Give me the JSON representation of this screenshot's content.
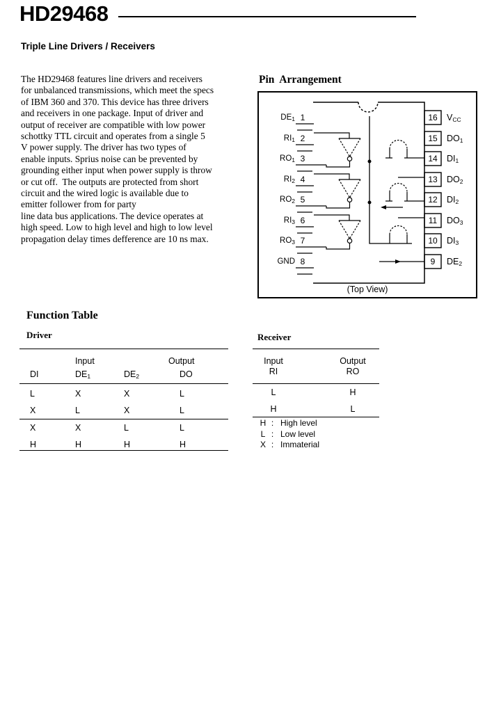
{
  "page": {
    "title": "HD29468",
    "subtitle": "Triple Line Drivers / Receivers",
    "description": "The HD29468 features line drivers and receivers\nfor unbalanced transmissions, which meet the specs\nof IBM 360 and 370. This device has three drivers\nand receivers in one package. Input of driver and\noutput of receiver are compatible with low power\nschottky TTL circuit and operates from a single 5\nV power supply. The driver has two types of\nenable inputs. Sprius noise can be prevented by\ngrounding either input when power supply is throw\nor cut off.  The outputs are protected from short\ncircuit and the wired logic is available due to\nemitter follower from for party\nline data bus applications. The device operates at\nhigh speed. Low to high level and high to low level\npropagation delay times defference are 10 ns max."
  },
  "pin_arrangement": {
    "heading": "Pin  Arrangement",
    "top_view_label": "(Top View)",
    "left_pins": [
      {
        "label": "DE",
        "sub": "1",
        "number": "1"
      },
      {
        "label": "RI",
        "sub": "1",
        "number": "2"
      },
      {
        "label": "RO",
        "sub": "1",
        "number": "3"
      },
      {
        "label": "RI",
        "sub": "2",
        "number": "4"
      },
      {
        "label": "RO",
        "sub": "2",
        "number": "5"
      },
      {
        "label": "RI",
        "sub": "3",
        "number": "6"
      },
      {
        "label": "RO",
        "sub": "3",
        "number": "7"
      },
      {
        "label": "GND",
        "sub": "",
        "number": "8"
      }
    ],
    "right_pins": [
      {
        "number": "16",
        "label": "V",
        "sub": "CC"
      },
      {
        "number": "15",
        "label": "DO",
        "sub": "1"
      },
      {
        "number": "14",
        "label": "DI",
        "sub": "1"
      },
      {
        "number": "13",
        "label": "DO",
        "sub": "2"
      },
      {
        "number": "12",
        "label": "DI",
        "sub": "2"
      },
      {
        "number": "11",
        "label": "DO",
        "sub": "3"
      },
      {
        "number": "10",
        "label": "DI",
        "sub": "3"
      },
      {
        "number": "9",
        "label": "DE",
        "sub": "2"
      }
    ]
  },
  "function_table": {
    "heading": "Function Table",
    "driver": {
      "heading": "Driver",
      "input_group": "Input",
      "output_group": "Output",
      "columns": [
        {
          "label": "DI",
          "sub": ""
        },
        {
          "label": "DE",
          "sub": "1"
        },
        {
          "label": "DE",
          "sub": "2"
        },
        {
          "label": "DO",
          "sub": ""
        }
      ],
      "rows": [
        [
          "L",
          "X",
          "X",
          "L"
        ],
        [
          "X",
          "L",
          "X",
          "L"
        ],
        [
          "X",
          "X",
          "L",
          "L"
        ],
        [
          "H",
          "H",
          "H",
          "H"
        ]
      ]
    },
    "receiver": {
      "heading": "Receiver",
      "input_group": "Input",
      "output_group": "Output",
      "input_col": "RI",
      "output_col": "RO",
      "rows": [
        [
          "L",
          "H"
        ],
        [
          "H",
          "L"
        ]
      ]
    },
    "legend": [
      {
        "symbol": "H",
        "colon": ":",
        "meaning": "High level"
      },
      {
        "symbol": "L",
        "colon": ":",
        "meaning": "Low level"
      },
      {
        "symbol": "X",
        "colon": ":",
        "meaning": "Immaterial"
      }
    ]
  }
}
